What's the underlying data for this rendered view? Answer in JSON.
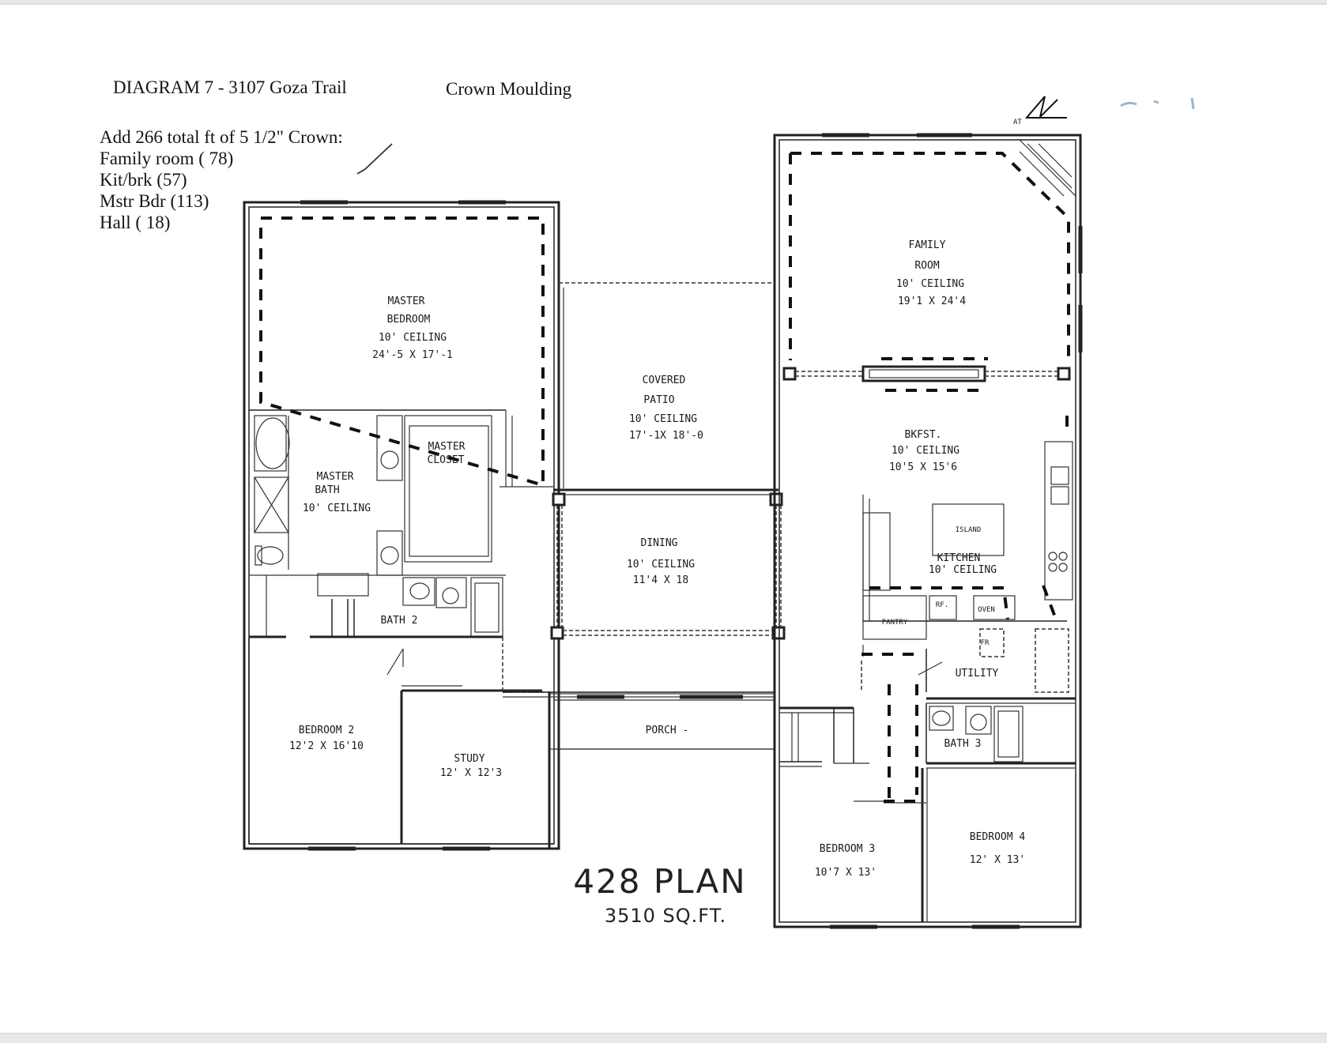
{
  "header": {
    "diagram_title": "DIAGRAM 7 - 3107 Goza Trail",
    "scope": "Crown Moulding",
    "initials": "AT"
  },
  "notes": {
    "heading": "Add 266 total ft of 5 1/2\" Crown:",
    "items": [
      "Family room ( 78)",
      "Kit/brk (57)",
      "Mstr Bdr (113)",
      "Hall ( 18)"
    ]
  },
  "rooms": {
    "master_bedroom": {
      "name1": "MASTER",
      "name2": "BEDROOM",
      "ceiling": "10' CEILING",
      "size": "24'-5 X 17'-1"
    },
    "master_bath": {
      "name1": "MASTER",
      "name2": "BATH",
      "ceiling": "10' CEILING"
    },
    "master_closet": {
      "name1": "MASTER",
      "name2": "CLOSET"
    },
    "covered_patio": {
      "name1": "COVERED",
      "name2": "PATIO",
      "ceiling": "10' CEILING",
      "size": "17'-1X 18'-0"
    },
    "family_room": {
      "name1": "FAMILY",
      "name2": "ROOM",
      "ceiling": "10' CEILING",
      "size": "19'1 X 24'4"
    },
    "bkfst": {
      "name": "BKFST.",
      "ceiling": "10' CEILING",
      "size": "10'5 X 15'6"
    },
    "dining": {
      "name": "DINING",
      "ceiling": "10' CEILING",
      "size": "11'4 X 18"
    },
    "kitchen": {
      "name": "KITCHEN",
      "ceiling": "10' CEILING",
      "island": "ISLAND"
    },
    "pantry": {
      "name": "PANTRY"
    },
    "oven": {
      "name": "OVEN"
    },
    "refrigerator": {
      "name": "RF."
    },
    "freezer": {
      "name": "FR"
    },
    "utility": {
      "name": "UTILITY"
    },
    "bath2": {
      "name": "BATH 2"
    },
    "bath3": {
      "name": "BATH 3"
    },
    "bedroom2": {
      "name": "BEDROOM 2",
      "size": "12'2 X 16'10"
    },
    "study": {
      "name": "STUDY",
      "size": "12' X 12'3"
    },
    "porch": {
      "name": "PORCH -"
    },
    "bedroom3": {
      "name": "BEDROOM 3",
      "size": "10'7 X 13'"
    },
    "bedroom4": {
      "name": "BEDROOM 4",
      "size": "12' X 13'"
    }
  },
  "plan": {
    "title": "428 PLAN",
    "area": "3510 SQ.FT."
  }
}
